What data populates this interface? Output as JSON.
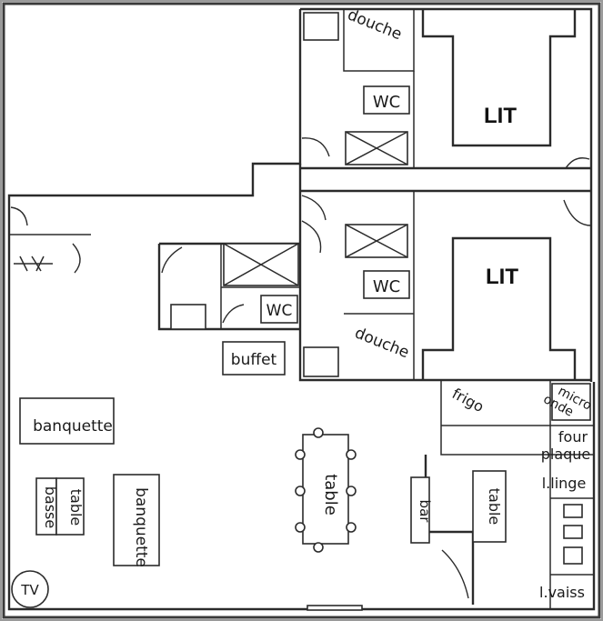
{
  "rooms": {
    "bed_top": "LIT",
    "bed_bottom": "LIT",
    "wc_top": "WC",
    "wc_bottom": "WC",
    "wc_small": "WC",
    "shower_top": "douche",
    "shower_bottom": "douche"
  },
  "furniture": {
    "buffet": "buffet",
    "sofa_left": "banquette",
    "sofa_middle": "banquette",
    "table_basse_1": "table",
    "table_basse_2": "basse",
    "table_main": "table",
    "bar": "bar",
    "table_small": "table",
    "fridge": "frigo",
    "micro_1": "micro",
    "micro_2": "onde",
    "four": "four",
    "plaque": "plaque",
    "linge": "l.linge",
    "vaiss": "l.vaiss",
    "tv": "TV"
  },
  "colors": {
    "frame": "#2b2b2b",
    "border_dark": "#3a3a3a",
    "border_light": "#9a9a9a"
  }
}
